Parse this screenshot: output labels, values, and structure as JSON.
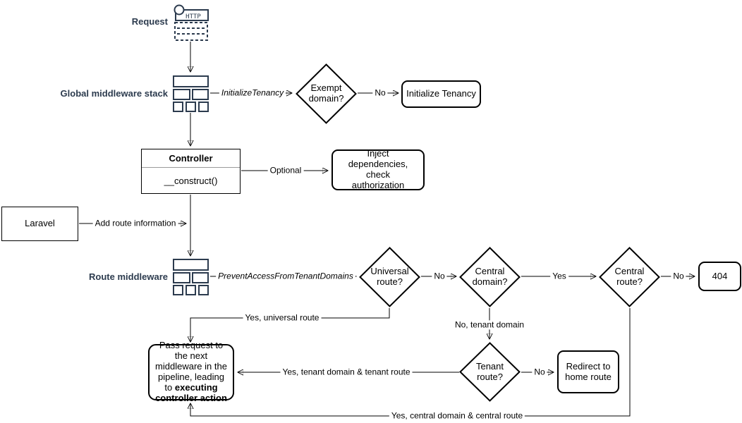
{
  "diagram": {
    "colors": {
      "accent": "#2c3b4e",
      "line": "#000000",
      "fill": "#ffffff"
    },
    "stages": {
      "request": "Request",
      "global_middleware_stack": "Global middleware stack",
      "route_middleware": "Route middleware"
    },
    "icons": {
      "http_request_label": "HTTP"
    },
    "nodes": {
      "exempt_domain": "Exempt domain?",
      "initialize_tenancy": "Initialize Tenancy",
      "controller_title": "Controller",
      "controller_method": "__construct()",
      "inject_dependencies": "Inject dependencies, check authorization",
      "laravel": "Laravel",
      "universal_route": "Universal route?",
      "central_domain": "Central domain?",
      "central_route": "Central route?",
      "not_found": "404",
      "tenant_route": "Tenant route?",
      "redirect_home": "Redirect to home route",
      "pass_request_text": "Pass request to the next middleware in the pipeline, leading to ",
      "pass_request_bold": "executing controller action"
    },
    "edge_labels": {
      "initialize_tenancy_mw": "InitializeTenancy",
      "exempt_no": "No",
      "optional": "Optional",
      "add_route_information": "Add route information",
      "prevent_access_mw": "PreventAccessFromTenantDomains",
      "universal_no": "No",
      "central_domain_yes": "Yes",
      "central_route_no": "No",
      "tenant_no": "No",
      "yes_universal_route": "Yes, universal route",
      "no_tenant_domain": "No, tenant domain",
      "yes_tenant_route": "Yes, tenant domain & tenant route",
      "yes_central_route": "Yes, central domain & central route"
    }
  }
}
